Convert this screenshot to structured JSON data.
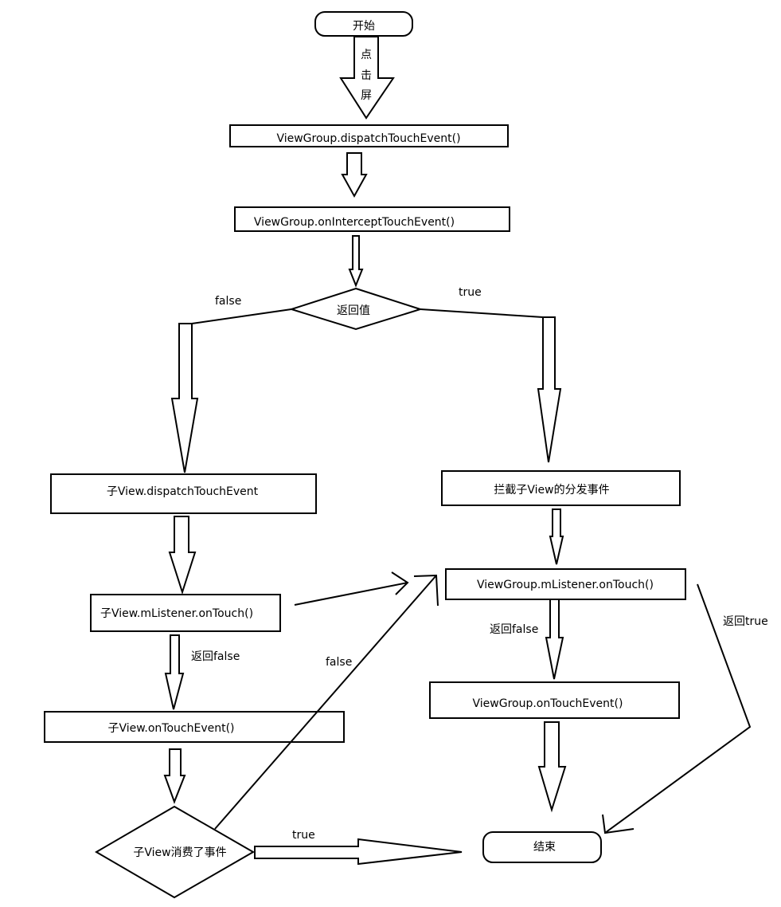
{
  "nodes": {
    "start": "开始",
    "dispatch": "ViewGroup.dispatchTouchEvent()",
    "intercept": "ViewGroup.onInterceptTouchEvent()",
    "decision": "返回值",
    "child_dispatch": "子View.dispatchTouchEvent",
    "intercept_child": "拦截子View的分发事件",
    "child_listener": "子View.mListener.onTouch()",
    "vg_listener": "ViewGroup.mListener.onTouch()",
    "child_ontouch": "子View.onTouchEvent()",
    "vg_ontouch": "ViewGroup.onTouchEvent()",
    "child_consumed": "子View消费了事件",
    "end": "结束"
  },
  "labels": {
    "click_1": "点",
    "click_2": "击",
    "click_3": "屏",
    "decision_false": "false",
    "decision_true": "true",
    "child_return_false": "返回false",
    "consumed_false": "false",
    "consumed_true": "true",
    "vg_return_false": "返回false",
    "vg_return_true": "返回true"
  }
}
